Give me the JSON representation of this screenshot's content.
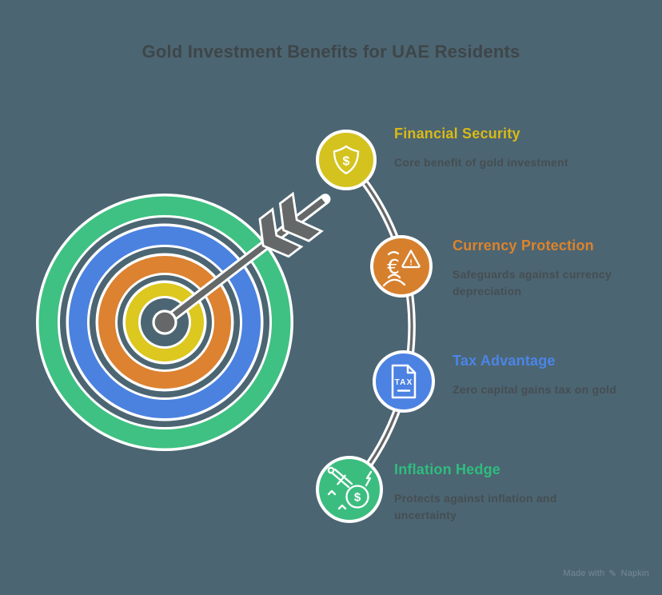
{
  "title": "Gold Investment Benefits for UAE Residents",
  "items": [
    {
      "title": "Financial Security",
      "description": "Core benefit of gold investment",
      "accent": "#d9ba16",
      "icon": "shield-dollar-icon"
    },
    {
      "title": "Currency Protection",
      "description": "Safeguards against currency depreciation",
      "accent": "#dd832b",
      "icon": "currency-warning-icon"
    },
    {
      "title": "Tax Advantage",
      "description": "Zero capital gains tax on gold",
      "accent": "#4a86e8",
      "icon": "tax-document-icon"
    },
    {
      "title": "Inflation Hedge",
      "description": "Protects against inflation and uncertainty",
      "accent": "#2ebd7e",
      "icon": "sword-coin-icon"
    }
  ],
  "icon_labels": {
    "dollar": "$",
    "euro": "€",
    "warning": "!",
    "tax": "TAX",
    "coin_dollar": "$"
  },
  "footer": {
    "made_with": "Made with",
    "brand": "Napkin"
  },
  "colors": {
    "bg": "#4c6572",
    "title_text": "#3e4649",
    "body_text": "#454e52",
    "accent_gold": "#d9ba16",
    "accent_orange": "#dd832b",
    "accent_blue": "#4a86e8",
    "accent_green": "#2ebd7e",
    "circle_gold": "#d4c31f",
    "circle_orange": "#d6802e",
    "circle_blue": "#4c82e2",
    "circle_green": "#3cbd80",
    "target_green": "#3fc183",
    "target_blue": "#4b82e0",
    "target_orange": "#dc8230",
    "target_yellow": "#dcc81e",
    "arrow_gray": "#656869",
    "footer_text": "#9fb0b8"
  }
}
